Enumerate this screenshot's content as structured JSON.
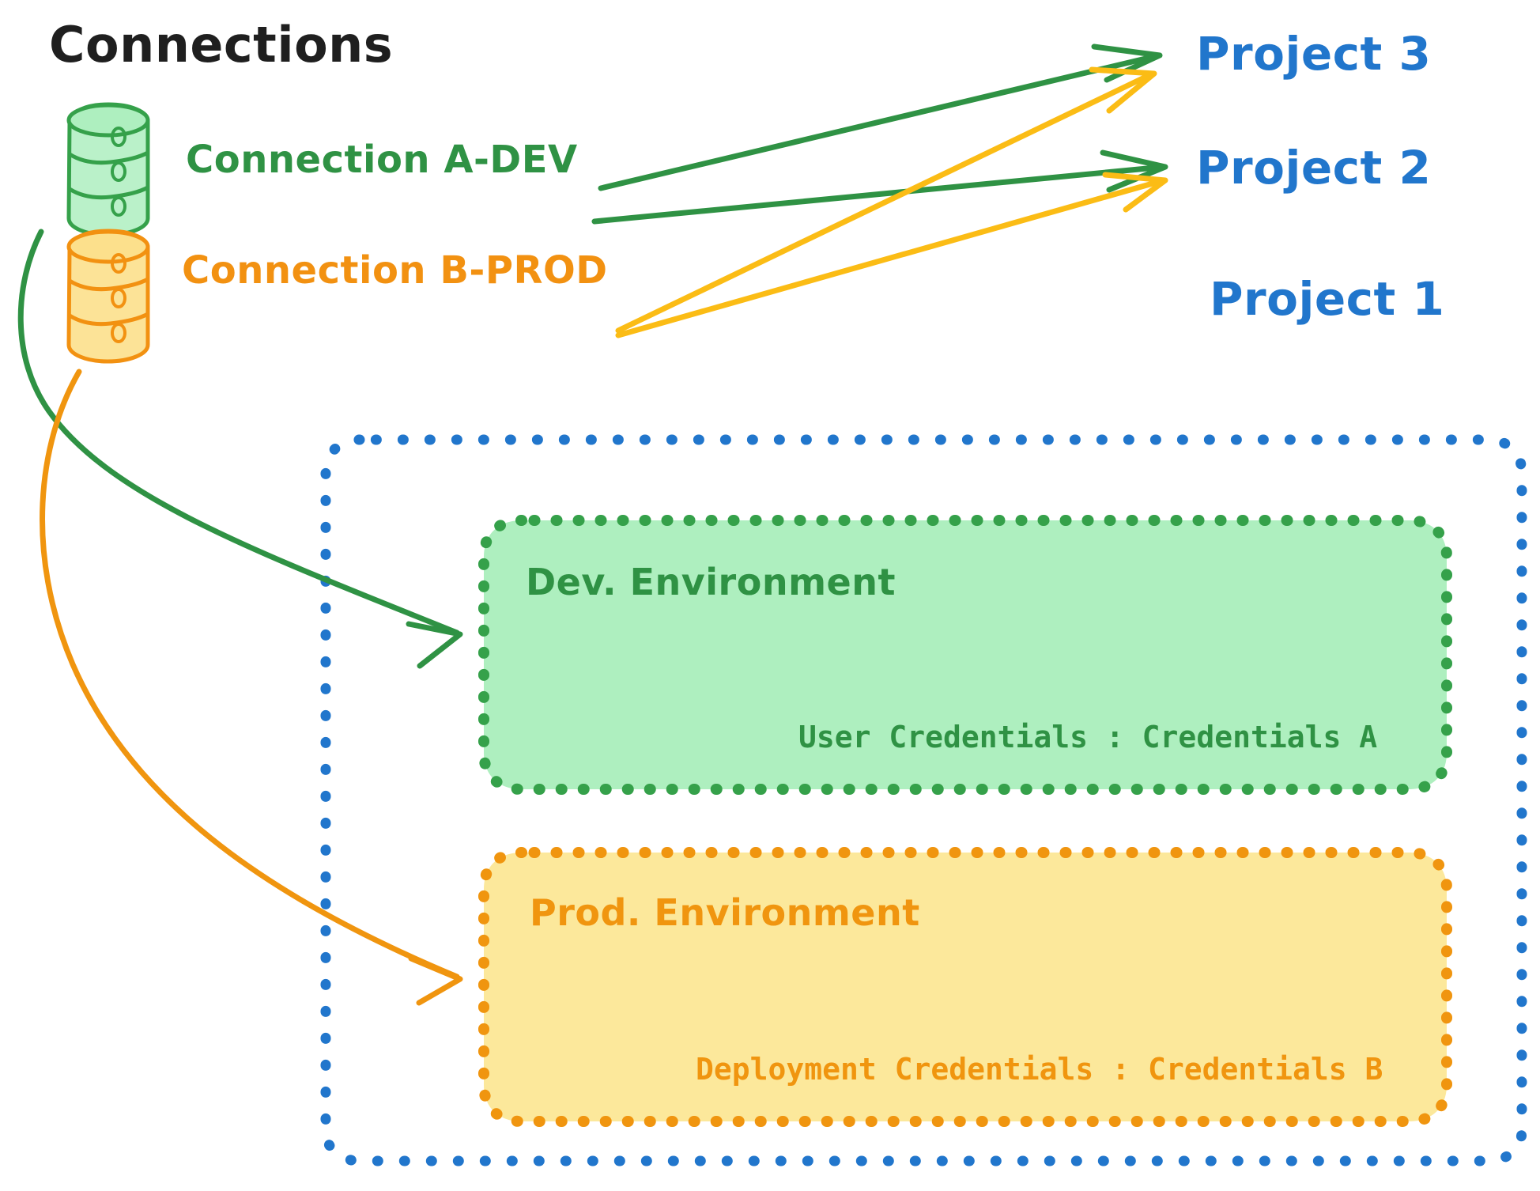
{
  "diagram": {
    "title": "Connections",
    "title_color": "#1f1f1f",
    "connections": [
      {
        "id": "conn-a-dev",
        "label": "Connection A-DEV",
        "color": "#35A14A",
        "fill": "#AEEFBF",
        "icon": "database-cylinder-icon"
      },
      {
        "id": "conn-b-prod",
        "label": "Connection B-PROD",
        "color": "#F29111",
        "fill": "#FCE08C",
        "icon": "database-cylinder-icon"
      }
    ],
    "projects": [
      {
        "id": "project-3",
        "label": "Project 3",
        "color": "#2176CC"
      },
      {
        "id": "project-2",
        "label": "Project 2",
        "color": "#2176CC"
      },
      {
        "id": "project-1",
        "label": "Project 1",
        "color": "#2176CC"
      }
    ],
    "project_container": {
      "label": "Project 1",
      "border_color": "#2176CC"
    },
    "environments": [
      {
        "id": "dev-environment",
        "title": "Dev. Environment",
        "credential_label": "User Credentials",
        "credential_separator": ":",
        "credential_value": "Credentials A",
        "credential_line": "User Credentials : Credentials A",
        "fill": "#AEEFBF",
        "border_color": "#35A14A",
        "text_color": "#2F9244"
      },
      {
        "id": "prod-environment",
        "title": "Prod. Environment",
        "credential_label": "Deployment Credentials",
        "credential_separator": ":",
        "credential_value": "Credentials B",
        "credential_line": "Deployment Credentials : Credentials B",
        "fill": "#FCE89B",
        "border_color": "#F0950F",
        "text_color": "#F0950F"
      }
    ],
    "edges": [
      {
        "id": "edge-a-dev-to-project-3",
        "from": "conn-a-dev",
        "to": "project-3",
        "color": "#2F9244"
      },
      {
        "id": "edge-a-dev-to-project-2",
        "from": "conn-a-dev",
        "to": "project-2",
        "color": "#2F9244"
      },
      {
        "id": "edge-a-dev-to-dev-environment",
        "from": "conn-a-dev",
        "to": "dev-environment",
        "color": "#2F9244"
      },
      {
        "id": "edge-b-prod-to-project-3",
        "from": "conn-b-prod",
        "to": "project-3",
        "color": "#FBBC15"
      },
      {
        "id": "edge-b-prod-to-project-2",
        "from": "conn-b-prod",
        "to": "project-2",
        "color": "#FBBC15"
      },
      {
        "id": "edge-b-prod-to-prod-environment",
        "from": "conn-b-prod",
        "to": "prod-environment",
        "color": "#F0950F"
      }
    ]
  }
}
